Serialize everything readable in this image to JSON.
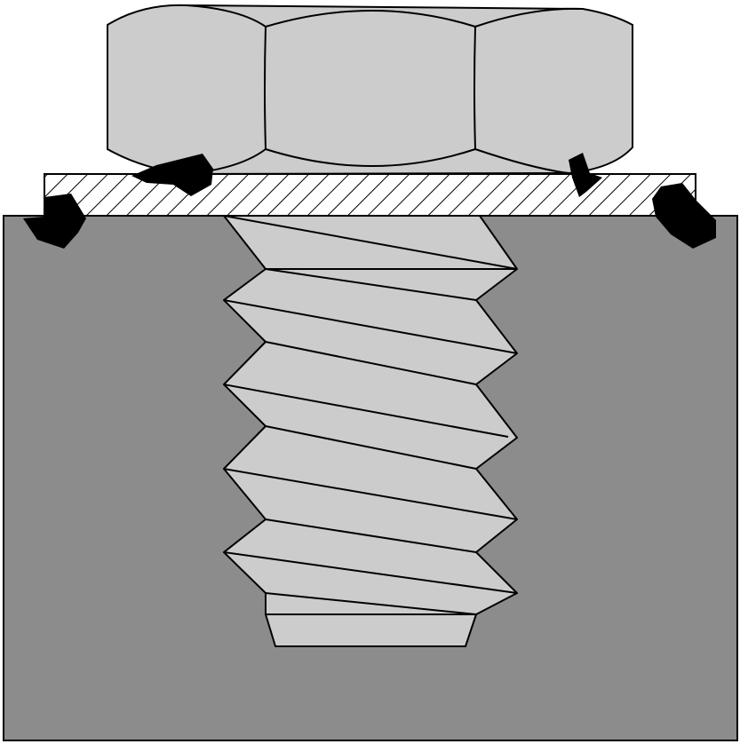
{
  "diagram": {
    "colors": {
      "background": "#ffffff",
      "base_block": "#8c8c8c",
      "bolt_metal": "#cccccc",
      "outline": "#000000",
      "washer_fill": "#ffffff",
      "hatch": "#000000",
      "debris": "#000000"
    },
    "parts": [
      "hex-bolt-head",
      "washer",
      "base-block",
      "threaded-shank",
      "debris-particles"
    ]
  }
}
